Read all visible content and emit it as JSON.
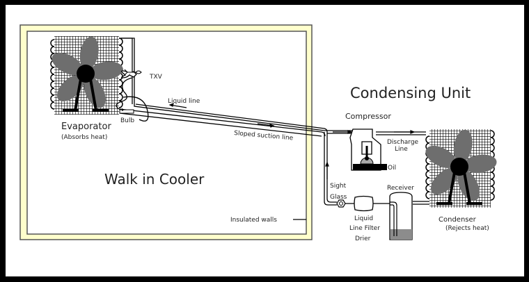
{
  "title": "Condensing Unit",
  "cooler_label": "Walk in Cooler",
  "colors": {
    "background": "#000000",
    "panel": "#ffffff",
    "wall": "#ffffcc",
    "fan": "#6e6e6e",
    "oil": "#8c8c8c"
  },
  "labels": {
    "evaporator": "Evaporator",
    "evaporator_sub": "(Absorbs heat)",
    "txv": "TXV",
    "bulb": "Bulb",
    "liquid_line": "Liquid line",
    "suction_line": "Sloped suction line",
    "compressor": "Compressor",
    "discharge_line_1": "Discharge",
    "discharge_line_2": "Line",
    "oil": "Oil",
    "sight_glass_1": "Sight",
    "sight_glass_2": "Glass",
    "receiver": "Receiver",
    "filter_1": "Liquid",
    "filter_2": "Line Filter",
    "filter_3": "Drier",
    "condenser": "Condenser",
    "condenser_sub": "(Rejects heat)",
    "insulated_walls": "Insulated walls"
  }
}
